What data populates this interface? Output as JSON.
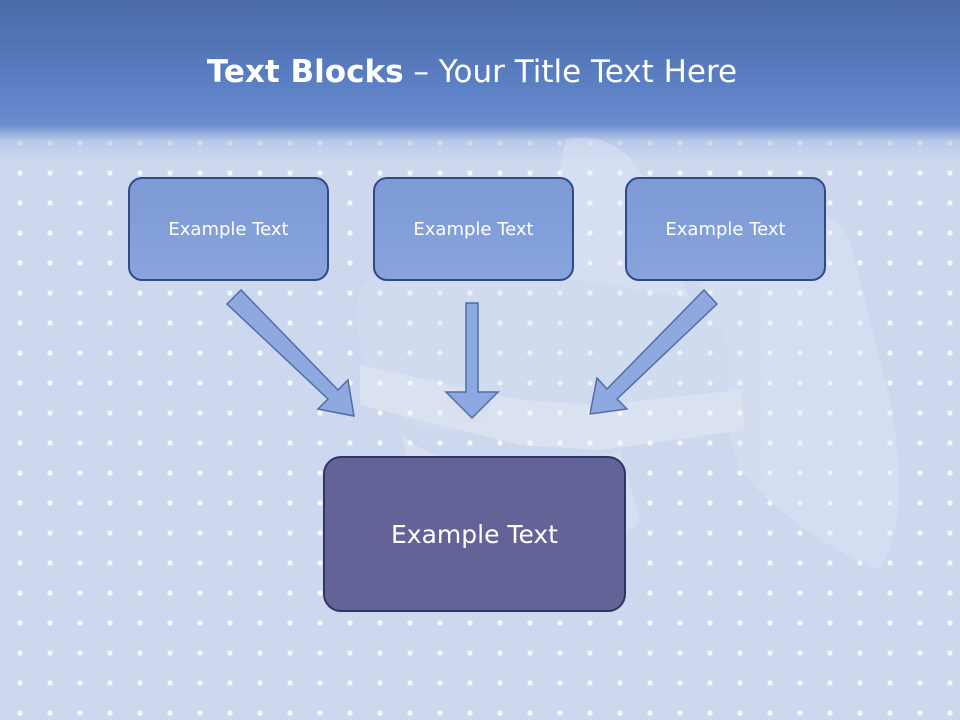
{
  "slide": {
    "title_bold": "Text Blocks",
    "title_sep": "–",
    "title_rest": "Your Title Text Here"
  },
  "boxes": {
    "top": [
      "Example Text",
      "Example Text",
      "Example Text"
    ],
    "bottom": "Example Text"
  },
  "colors": {
    "header": "#5a7ec2",
    "small_box_fill": "#87a4dc",
    "large_box_fill": "#636398",
    "border": "#2f4a86",
    "arrow_fill": "#8ea9df",
    "background": "#cdd8ee"
  },
  "icons": [
    "arrow-down-right-icon",
    "arrow-down-icon",
    "arrow-down-left-icon"
  ]
}
